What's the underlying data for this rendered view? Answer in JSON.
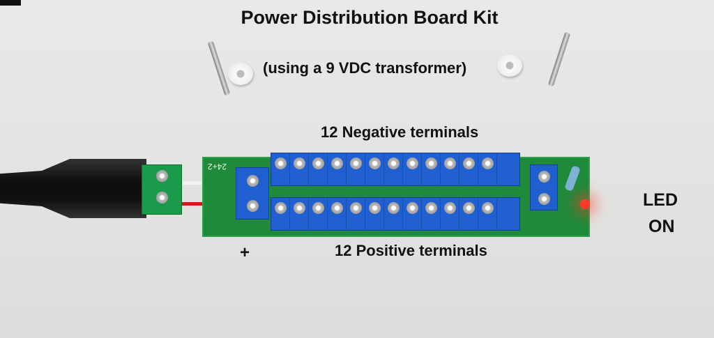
{
  "title": "Power Distribution Board Kit",
  "subtitle": "(using a 9 VDC transformer)",
  "labels": {
    "negative": "12 Negative terminals",
    "positive": "12 Positive terminals",
    "minus": "−",
    "plus": "+",
    "led_line1": "LED",
    "led_line2": "ON"
  },
  "pcb_silkscreen": "24+2",
  "colors": {
    "pcb": "#1e8a3a",
    "terminal_block": "#1f5fd0",
    "led": "#ff3a2a"
  }
}
